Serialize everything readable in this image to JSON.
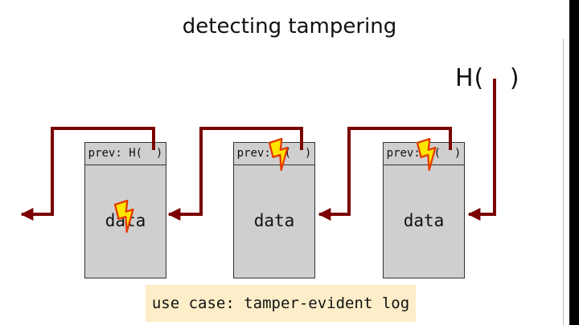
{
  "slide": {
    "title": "detecting tampering",
    "hash_label": "H(   )",
    "caption": "use case: tamper-evident log"
  },
  "blocks": [
    {
      "prev_label": "prev: H(  )",
      "data_label": "data"
    },
    {
      "prev_label": "prev: H(  )",
      "data_label": "data"
    },
    {
      "prev_label": "prev: H(  )",
      "data_label": "data"
    }
  ],
  "colors": {
    "arrow": "#7a0000",
    "block_fill": "#cfcfcf",
    "caption_fill": "#fdeec9",
    "bolt_fill": "#ffe600",
    "bolt_stroke": "#e53a00"
  },
  "icons": {
    "tamper_marker": "lightning-bolt-icon"
  }
}
